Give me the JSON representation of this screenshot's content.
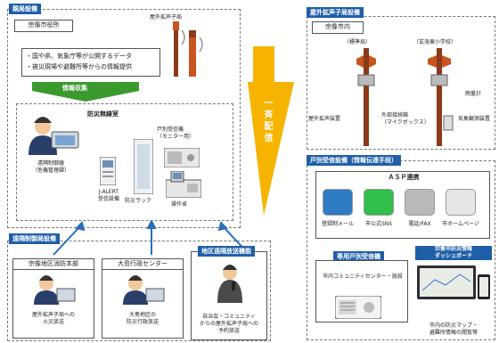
{
  "main_station": {
    "tag": "親局設備",
    "office": "宗像市役所",
    "outdoor_label": "屋外拡声子局",
    "bullets": [
      "・国や県、気象庁等が公開するデータ",
      "・被災現場や避難所等からの情報提供"
    ],
    "collect_label": "情報収集",
    "room_title": "防災無線室",
    "remote": [
      "遠隔制御器",
      "（危機管理課）"
    ],
    "indiv_receiver": [
      "戸別受信機",
      "（モニター用）"
    ],
    "jalert": [
      "J-ALERT",
      "受信設備"
    ],
    "rack": "防災ラック",
    "console": "操作卓"
  },
  "broadcast": {
    "label": "一斉配信"
  },
  "outdoor": {
    "tag": "屋外拡声子局設備",
    "city": "宗像市内",
    "left_pole": "（標準局）",
    "right_pole": "（玄海東小学校）",
    "speaker_label": "屋外拡声装置",
    "external_device": [
      "外部接続箱",
      "（マイクボックス）"
    ],
    "rain_gauge": "雨量計",
    "weather": "気象観測装置"
  },
  "individual": {
    "tag": "戸別受信設備（情報伝達手段）",
    "asp": "ＡＳＰ連携",
    "apps": [
      {
        "label": "登録制メール",
        "color": "#2f7bc4"
      },
      {
        "label": "市公式SNS",
        "color": "#2fbf4a"
      },
      {
        "label": "電話/FAX",
        "color": "#b9b9b9"
      },
      {
        "label": "市ホームページ",
        "color": "#e6e6e6"
      }
    ],
    "radio_tag": "専用戸別受信機",
    "radio_label": "市内コミュニティセンター・施設",
    "portal_tag": [
      "宗像市防災情報",
      "ダッシュボード"
    ],
    "portal_label": [
      "市内の防災マップ・",
      "避難所情報の閲覧等"
    ]
  },
  "remote": {
    "tag": "遠隔制御局設備",
    "fire_dept": {
      "title": "宗像地区消防本部",
      "desc": [
        "屋外拡声子局への",
        "火災放送"
      ]
    },
    "oshima": {
      "title": "大島行政センター",
      "desc": [
        "大島地区の",
        "防災行政放送"
      ]
    },
    "community": {
      "tag": "地区遠隔放送機能",
      "desc": [
        "自治会・コミュニティ",
        "からの屋外拡声子局への",
        "予約放送"
      ]
    }
  }
}
